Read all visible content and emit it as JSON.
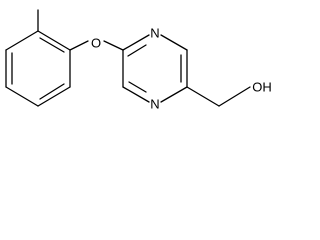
{
  "molecule": {
    "atoms": {
      "ether_oxygen": "O",
      "pyrimidine_n1": "N",
      "pyrimidine_n3": "N",
      "hydroxyl": "OH"
    }
  },
  "colors": {
    "bond": "#000000",
    "label": "#000000",
    "background": "#ffffff"
  }
}
